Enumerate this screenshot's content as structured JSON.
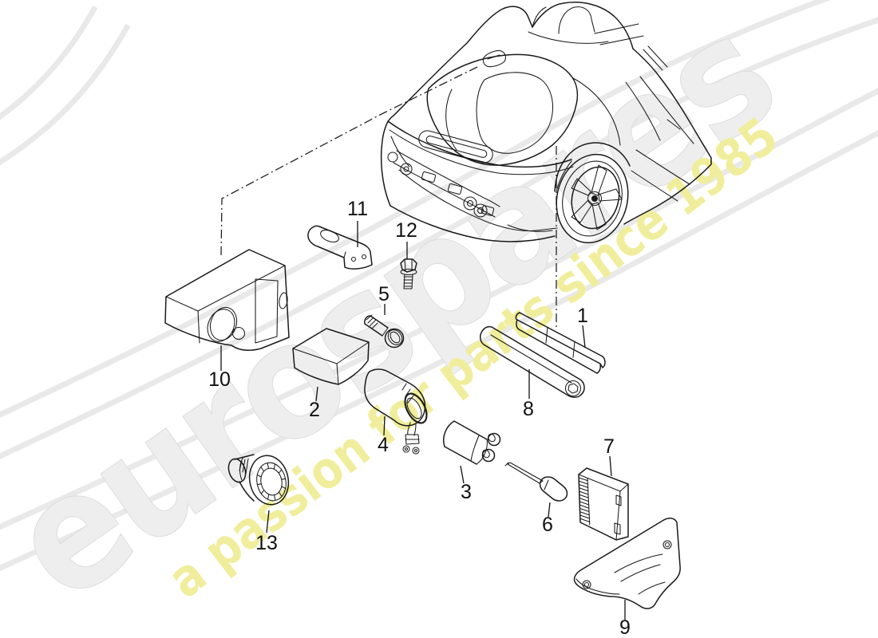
{
  "watermark": {
    "brand": "eurospares",
    "tagline": "a passion for parts since 1985",
    "brand_color": "#eeeeee",
    "brand_edge_color": "#dcdcdc",
    "tagline_color": "#f0ee9c"
  },
  "colors": {
    "line": "#1a1a1a",
    "label": "#111111",
    "background": "#ffffff"
  },
  "part_labels": {
    "p1": "1",
    "p2": "2",
    "p3": "3",
    "p4": "4",
    "p5": "5",
    "p6": "6",
    "p7": "7",
    "p8": "8",
    "p9": "9",
    "p10": "10",
    "p11": "11",
    "p12": "12",
    "p13": "13"
  }
}
